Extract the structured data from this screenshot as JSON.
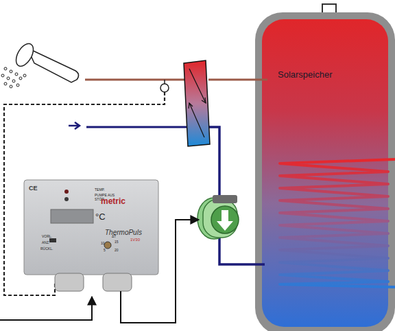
{
  "diagram": {
    "nodes": [
      {
        "text": [
          "Solarspeicher"
        ]
      },
      {
        "text": [
          "CE",
          "TEMP.",
          "PUMPE AUS",
          "STÖR.",
          "metric",
          "°C",
          "ThermoPuls",
          "1V30",
          "VORL.",
          "ANZ.",
          "RÜCKL.",
          "ΔT",
          "10",
          "15",
          "5",
          "20"
        ]
      }
    ]
  }
}
